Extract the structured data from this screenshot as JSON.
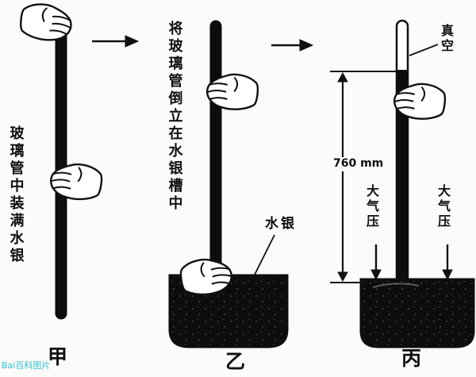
{
  "panels": [
    {
      "caption": "甲",
      "description": "玻璃管中装满水银"
    },
    {
      "caption": "乙",
      "description": "将玻璃管倒立在水银槽中",
      "mercury_label": "水银"
    },
    {
      "caption": "丙",
      "vacuum_label": "真空",
      "height_label": "760 mm",
      "pressure_left": "大气压",
      "pressure_right": "大气压"
    }
  ],
  "watermark": "Bai百科图片",
  "colors": {
    "ink": "#0d0d0d",
    "paper": "#fbfbf9",
    "watermark": "#35bfcf"
  }
}
